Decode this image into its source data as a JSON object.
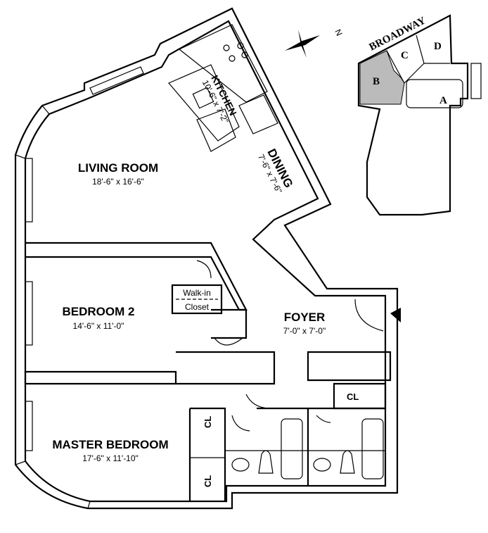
{
  "rooms": {
    "living": {
      "name": "LIVING ROOM",
      "dim": "18'-6\" x 16'-6\""
    },
    "kitchen": {
      "name": "KITCHEN",
      "dim": "10'-6\" x 7'-2\""
    },
    "dining": {
      "name": "DINING",
      "dim": "7'-6\" x 7'-6\""
    },
    "bedroom2": {
      "name": "BEDROOM 2",
      "dim": "14'-6\" x 11'-0\""
    },
    "foyer": {
      "name": "FOYER",
      "dim": "7'-0\" x 7'-0\""
    },
    "master": {
      "name": "MASTER BEDROOM",
      "dim": "17'-6\" x 11'-10\""
    },
    "walkin": {
      "line1": "Walk-in",
      "line2": "Closet"
    },
    "closet_label": "CL"
  },
  "compass": {
    "label": "N"
  },
  "keyplan": {
    "street": "BROADWAY",
    "units": [
      "A",
      "B",
      "C",
      "D"
    ]
  }
}
